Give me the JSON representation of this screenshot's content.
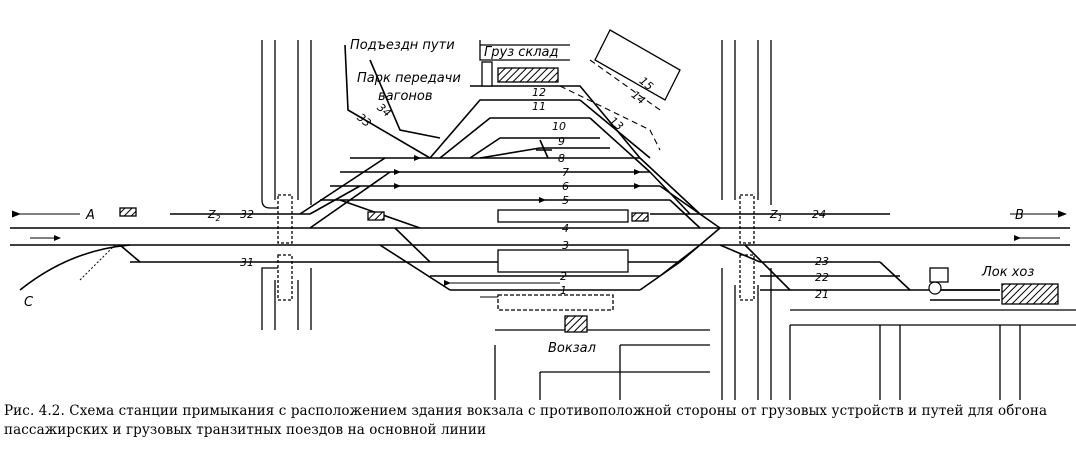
{
  "labels": {
    "podezdnye_puti": "Подъездн пути",
    "gruz_sklad": "Груз склад",
    "park_line1": "Парк передачи",
    "park_line2": "вагонов",
    "vokzal": "Вокзал",
    "lok_hoz": "Лок хоз",
    "dir_a": "А",
    "dir_b": "В",
    "dir_c": "С"
  },
  "track_numbers": {
    "t1": "1",
    "t2": "2",
    "t3": "3",
    "t4": "4",
    "t5": "5",
    "t6": "6",
    "t7": "7",
    "t8": "8",
    "t9": "9",
    "t10": "10",
    "t11": "11",
    "t12": "12",
    "t13": "13",
    "t14": "14",
    "t15": "15",
    "t21": "21",
    "t22": "22",
    "t23": "23",
    "t24": "24",
    "t31": "31",
    "t32": "32",
    "t33": "33",
    "t34": "34"
  },
  "points": {
    "z2": "Z",
    "z2_sub": "2",
    "z1": "Z",
    "z1_sub": "1"
  },
  "caption": "Рис. 4.2. Схема станции примыкания с расположением здания вокзала с противоположной стороны от грузовых устройств и путей для обгона пассажирских и грузовых транзитных поездов на основной линии"
}
